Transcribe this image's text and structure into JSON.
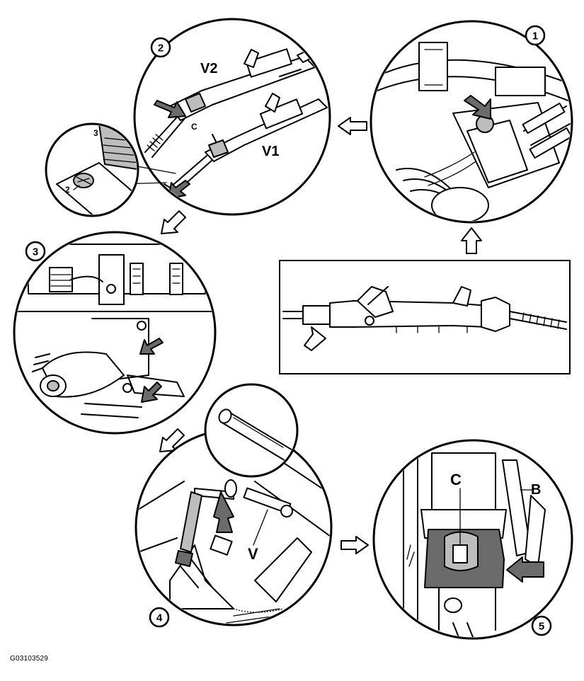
{
  "figure_id": "G03103529",
  "step_numbers": [
    "1",
    "2",
    "3",
    "4",
    "5"
  ],
  "callouts": {
    "v1": "V1",
    "v2": "V2",
    "c_small": "C",
    "detail_3": "3",
    "detail_2": "2",
    "v": "V",
    "c": "C",
    "b": "B"
  }
}
